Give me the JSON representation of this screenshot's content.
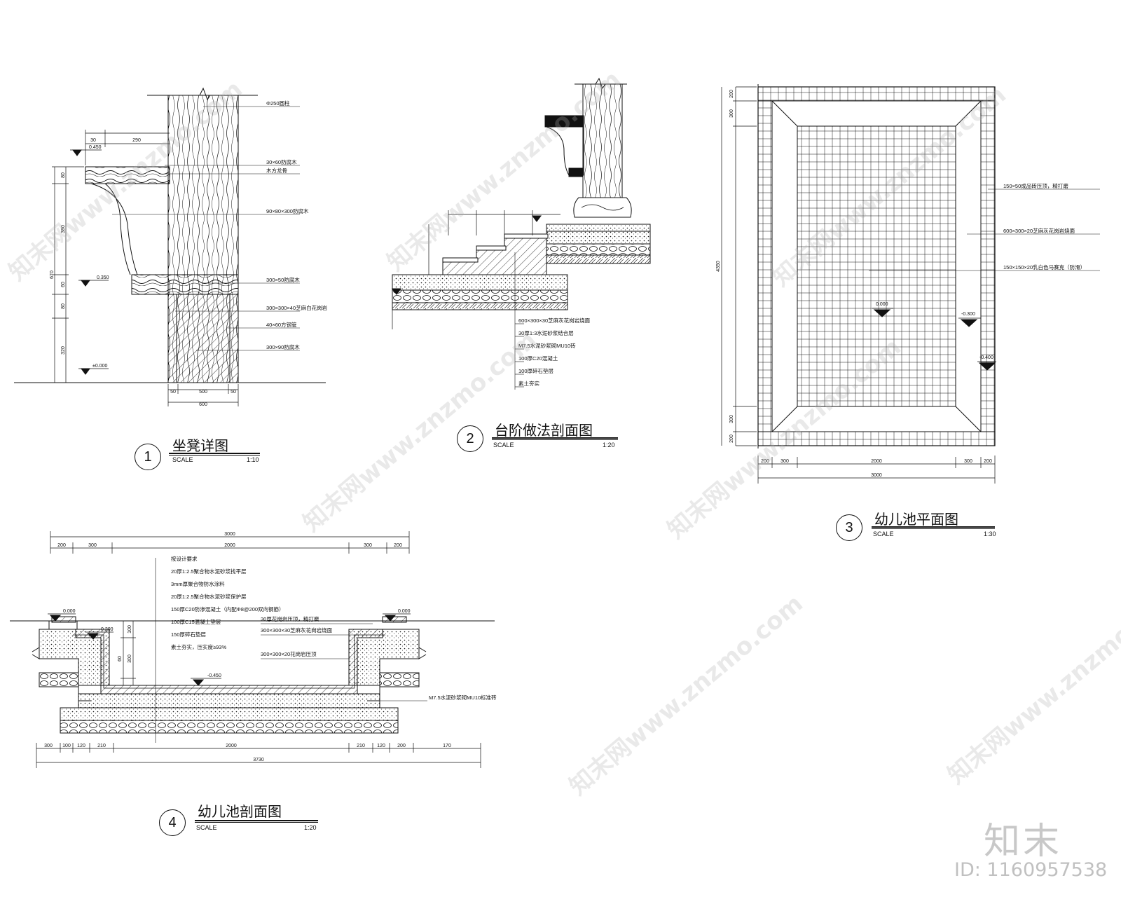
{
  "drawings": [
    {
      "number": "1",
      "title": "坐凳详图",
      "scale_label": "SCALE",
      "ratio": "1:10"
    },
    {
      "number": "2",
      "title": "台阶做法剖面图",
      "scale_label": "SCALE",
      "ratio": "1:20"
    },
    {
      "number": "3",
      "title": "幼儿池平面图",
      "scale_label": "SCALE",
      "ratio": "1:30"
    },
    {
      "number": "4",
      "title": "幼儿池剖面图",
      "scale_label": "SCALE",
      "ratio": "1:20"
    }
  ],
  "watermark": {
    "logo": "知末",
    "id": "ID: 1160957538",
    "text": "知末网www.znzmo.com"
  },
  "dim_labels": {
    "d1_top": [
      "30",
      "290"
    ],
    "d1_left": [
      "80",
      "380",
      "60",
      "80",
      "320"
    ],
    "d1_total": "670",
    "d1_bottom": [
      "50",
      "500",
      "50"
    ],
    "d1_bottom_total": "600",
    "d3_bottom": [
      "200",
      "300",
      "2000",
      "300",
      "200"
    ],
    "d3_bottom_total": "3000",
    "d3_left": [
      "200",
      "300",
      "300",
      "200"
    ],
    "d3_left_total": "4350",
    "d4_top_total": "3000",
    "d4_top": [
      "200",
      "300",
      "2000",
      "300",
      "200"
    ],
    "d4_bottom": [
      "300",
      "100",
      "120",
      "210",
      "2000",
      "210",
      "120",
      "200",
      "170"
    ],
    "d4_bottom_total": "3730",
    "d4_left": [
      "100",
      "300",
      "60"
    ]
  },
  "elev_labels": {
    "d1": [
      "0.450",
      "0.350",
      "±0.000"
    ],
    "d3": [
      "0.000",
      "-0.300",
      "-0.400"
    ],
    "d4": [
      "0.000",
      "0.200",
      "-0.450",
      "0.000"
    ]
  },
  "notes": {
    "d1": [
      "Φ250圆柱",
      "30×60防腐木",
      "木方龙骨",
      "90×80×300防腐木",
      "300×50防腐木",
      "300×300×40芝麻白花岗岩",
      "40×60方钢管",
      "300×90防腐木"
    ],
    "d2": [
      "600×300×30芝麻灰花岗岩烧面",
      "30厚1:3水泥砂浆结合层",
      "M7.5水泥砂浆砌MU10砖",
      "100厚C20混凝土",
      "100厚碎石垫层",
      "素土夯实"
    ],
    "d3": [
      "150×50成品砖压顶，精打磨",
      "600×300×20芝麻灰花岗岩烧面",
      "150×150×20乳白色马赛克（防滑）"
    ],
    "d4_left": [
      "按设计要求",
      "20厚1:2.5聚合物水泥砂浆找平层",
      "3mm厚聚合物防水涂料",
      "20厚1:2.5聚合物水泥砂浆保护层",
      "150厚C20防渗混凝土（内配Φ8@200双向钢筋）",
      "100厚C15混凝土垫层",
      "150厚碎石垫层",
      "素土夯实，压实度≥93%"
    ],
    "d4_right": [
      "30厚花岗岩压顶，精打磨",
      "300×300×30芝麻灰花岗岩烧面",
      "300×300×20花岗岩压顶"
    ],
    "d4_m": "M7.5水泥砂浆砌MU10标准砖"
  }
}
